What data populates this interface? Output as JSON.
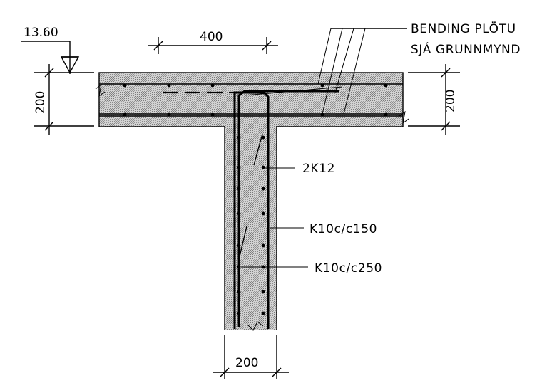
{
  "colors": {
    "ink": "#000000",
    "concrete_hatch": "#b5b5b5",
    "background": "#ffffff"
  },
  "level": {
    "value": "13.60",
    "icon": "level-marker-triangle-icon"
  },
  "dimensions": {
    "slab_rebar_spacing": "400",
    "slab_thickness_left": "200",
    "slab_thickness_right": "200",
    "wall_thickness": "200"
  },
  "labels": {
    "slab_bending_line1": "BENDING PLÖTU",
    "slab_bending_line2": "SJÁ GRUNNMYND",
    "wall_top_bars": "2K12",
    "wall_rebar_a": "K10c/c150",
    "wall_rebar_b": "K10c/c250"
  }
}
